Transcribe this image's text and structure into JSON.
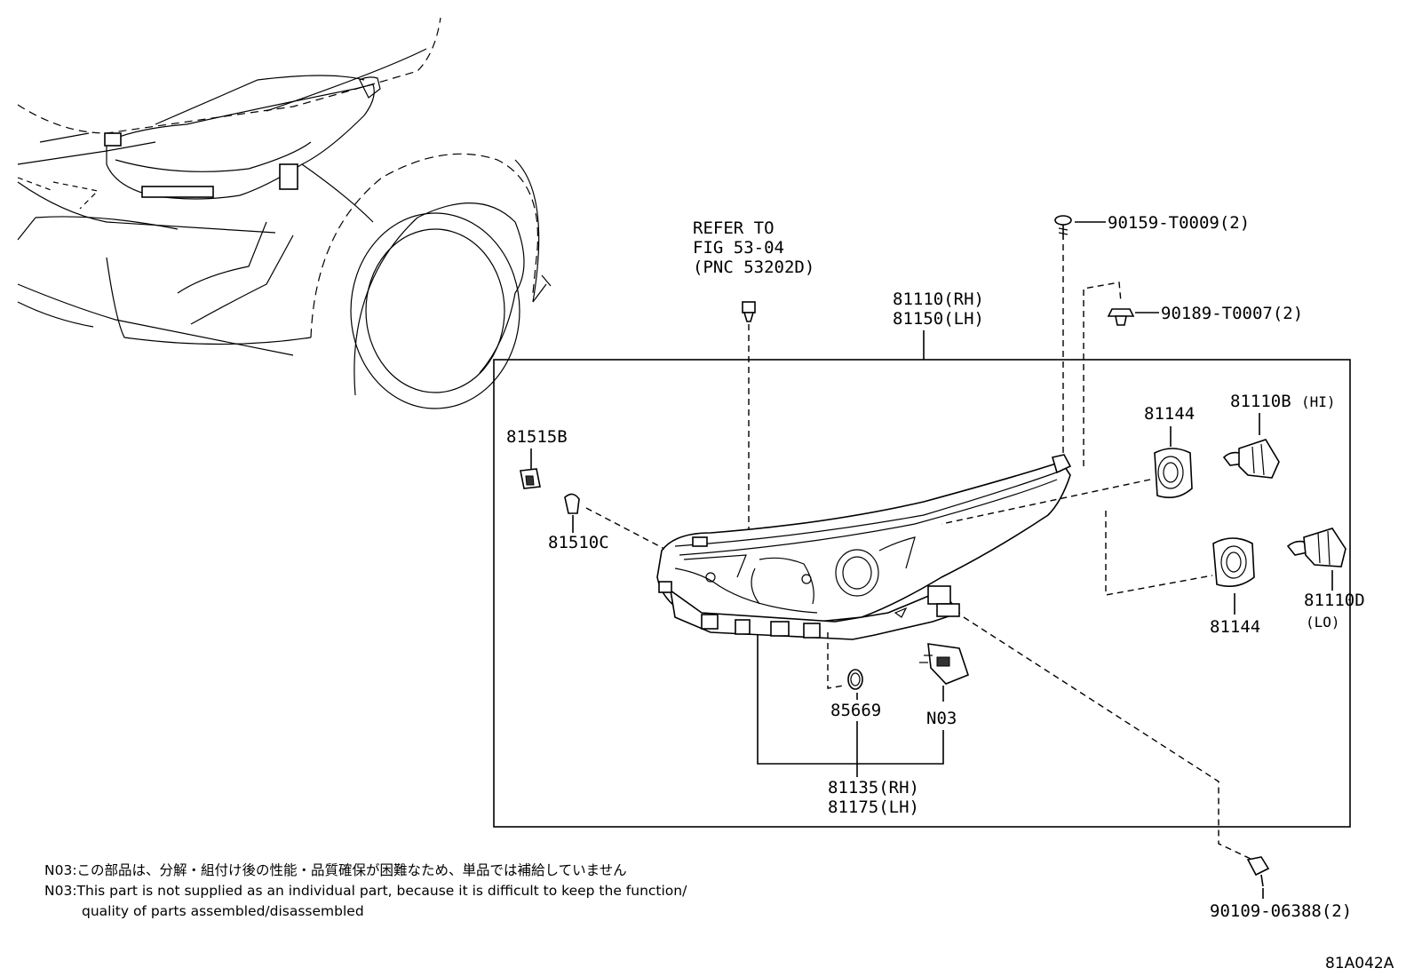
{
  "diagram": {
    "refer_label": {
      "line1": "REFER TO",
      "line2": "FIG 53-04",
      "line3": "(PNC 53202D)"
    },
    "assembly_label": {
      "line1": "81110(RH)",
      "line2": "81150(LH)"
    },
    "parts": {
      "p81515B": "81515B",
      "p81510C": "81510C",
      "p81144_top": "81144",
      "p81144_bottom": "81144",
      "p81110B": "81110B",
      "p81110B_note": "(HI)",
      "p81110D": "81110D",
      "p81110D_note": "(LO)",
      "p85669": "85669",
      "pN03": "N03",
      "p90159": "90159-T0009(2)",
      "p90189": "90189-T0007(2)",
      "p90109": "90109-06388(2)"
    },
    "sub_assembly_label": {
      "line1": "81135(RH)",
      "line2": "81175(LH)"
    },
    "notes": {
      "jp": "N03:この部品は、分解・組付け後の性能・品質確保が困難なため、単品では補給していません",
      "en_line1": "N03:This part is not supplied as an individual part, because it is difficult to keep the function/",
      "en_line2": "quality of parts assembled/disassembled"
    },
    "figure_id": "81A042A"
  }
}
